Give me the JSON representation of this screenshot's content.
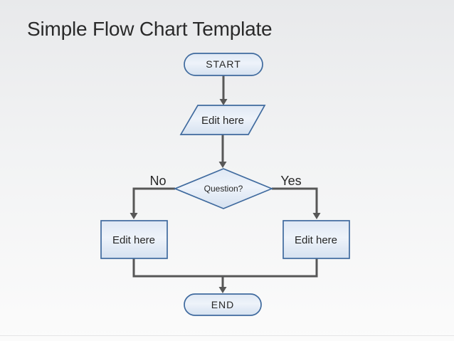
{
  "slide": {
    "title": "Simple Flow Chart Template"
  },
  "flowchart": {
    "nodes": [
      {
        "id": "start",
        "type": "terminator",
        "label": "START"
      },
      {
        "id": "input-step",
        "type": "parallelogram",
        "label": "Edit here"
      },
      {
        "id": "decision",
        "type": "decision-diamond",
        "label": "Question?"
      },
      {
        "id": "no-branch-step",
        "type": "process-rectangle",
        "label": "Edit here"
      },
      {
        "id": "yes-branch-step",
        "type": "process-rectangle",
        "label": "Edit here"
      },
      {
        "id": "end",
        "type": "terminator",
        "label": "END"
      }
    ],
    "branches": {
      "no": "No",
      "yes": "Yes"
    },
    "edges": [
      {
        "from": "start",
        "to": "input-step"
      },
      {
        "from": "input-step",
        "to": "decision"
      },
      {
        "from": "decision",
        "to": "no-branch-step",
        "label": "No"
      },
      {
        "from": "decision",
        "to": "yes-branch-step",
        "label": "Yes"
      },
      {
        "from": "no-branch-step",
        "to": "end"
      },
      {
        "from": "yes-branch-step",
        "to": "end"
      }
    ]
  },
  "theme": {
    "colors": {
      "title_text": "#2a2a2a",
      "node_text": "#262626",
      "node_border": "#3f6a9e",
      "node_fill_top": "#dfe8f4",
      "node_fill_mid": "#eef3fa",
      "node_fill_bottom": "#d5e1f0",
      "connector": "#575757",
      "background_top": "#e8e9eb",
      "background_bottom": "#fbfbfb"
    }
  }
}
